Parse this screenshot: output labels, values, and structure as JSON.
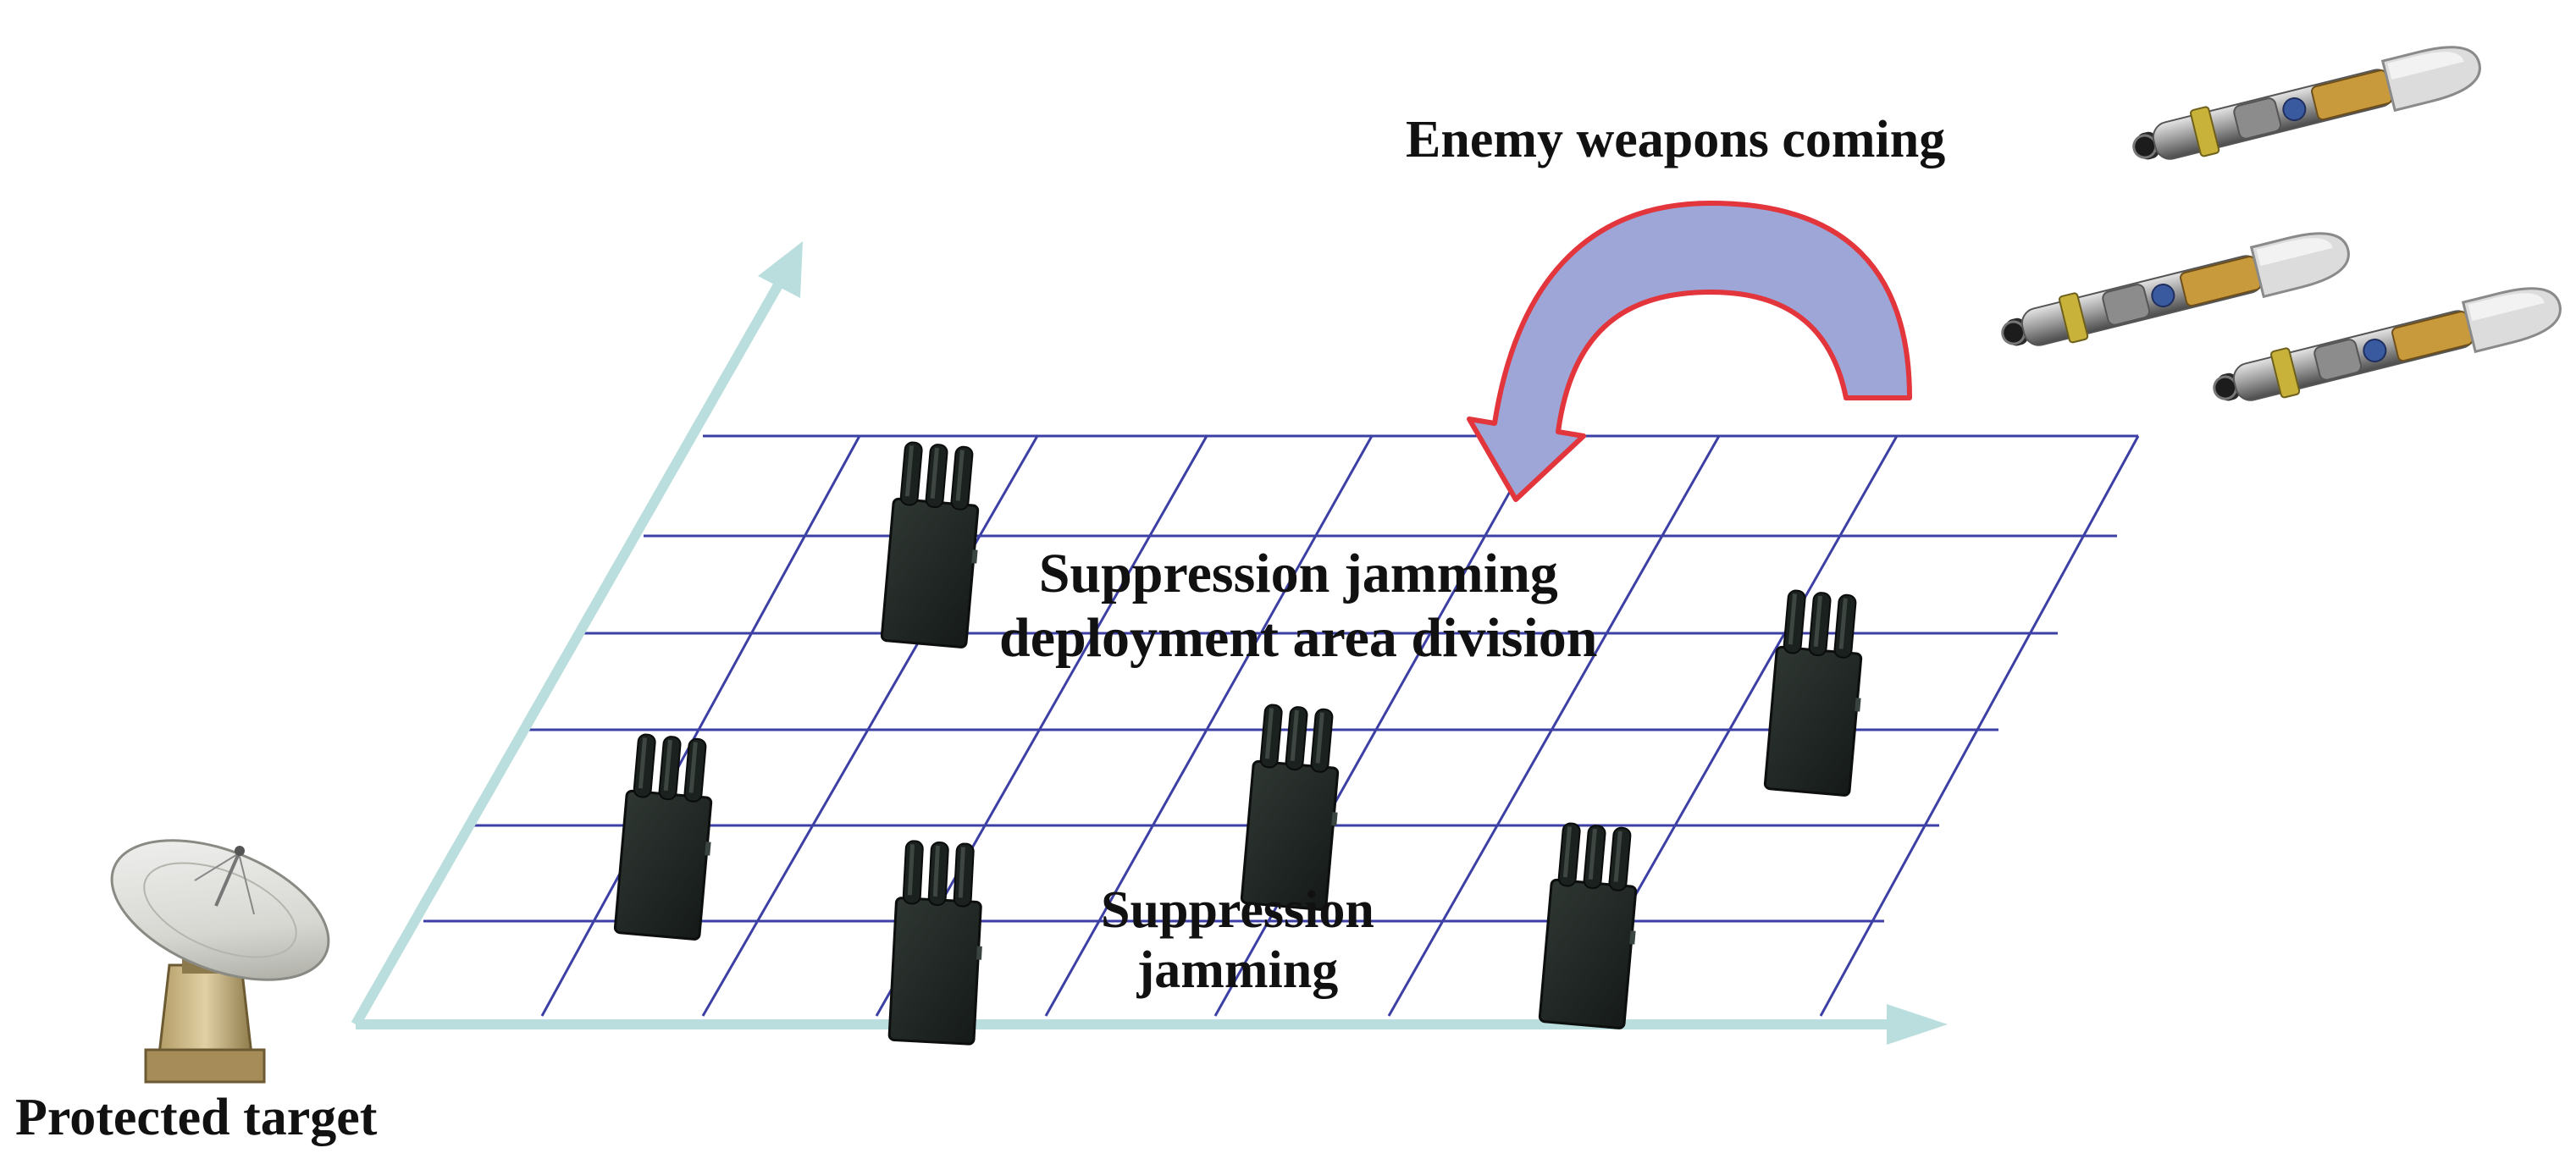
{
  "labels": {
    "enemy": "Enemy weapons coming",
    "division_line1": "Suppression jamming",
    "division_line2": "deployment area division",
    "jamming_line1": "Suppression",
    "jamming_line2": "jamming",
    "target": "Protected target"
  },
  "colors": {
    "axis": "#b9dedd",
    "grid": "#3c3fa4",
    "arrow_fill": "#9da6d6",
    "arrow_stroke": "#e2353c",
    "jammer_body": "#1f2522",
    "text": "#111111"
  },
  "icons": {
    "jammer": "jammer-device-icon",
    "missile": "missile-icon",
    "dish": "radar-dish-icon",
    "arrow": "curved-arrow-icon"
  }
}
